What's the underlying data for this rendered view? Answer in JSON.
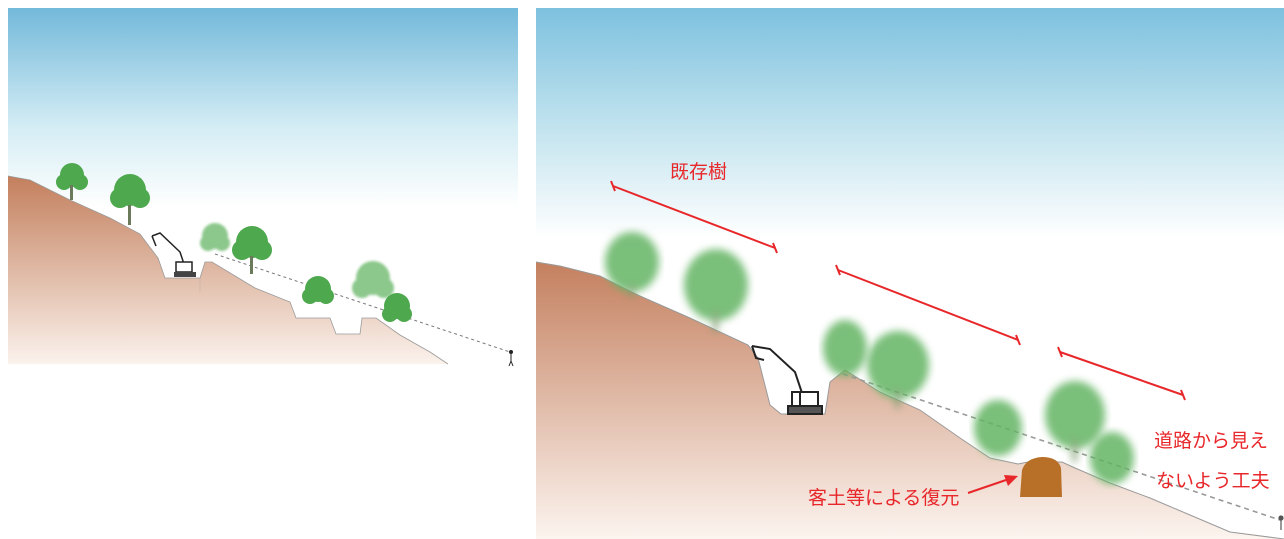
{
  "colors": {
    "sky_top": "#7fbfdc",
    "sky_bottom": "#ffffff",
    "earth_top": "#c58463",
    "earth_bottom": "#f6eae3",
    "tree": "#5fb25f",
    "annotation": "#e8272b",
    "fill_soil": "#b87028",
    "sightline": "#999999"
  },
  "icons": {
    "excavator": "excavator-icon",
    "viewer": "person-icon",
    "tree": "tree-icon"
  },
  "labels": {
    "existing_trees": "既存樹",
    "restoration": "客土等による復元",
    "concealment_line1": "道路から見え",
    "concealment_line2": "ないよう工夫"
  }
}
